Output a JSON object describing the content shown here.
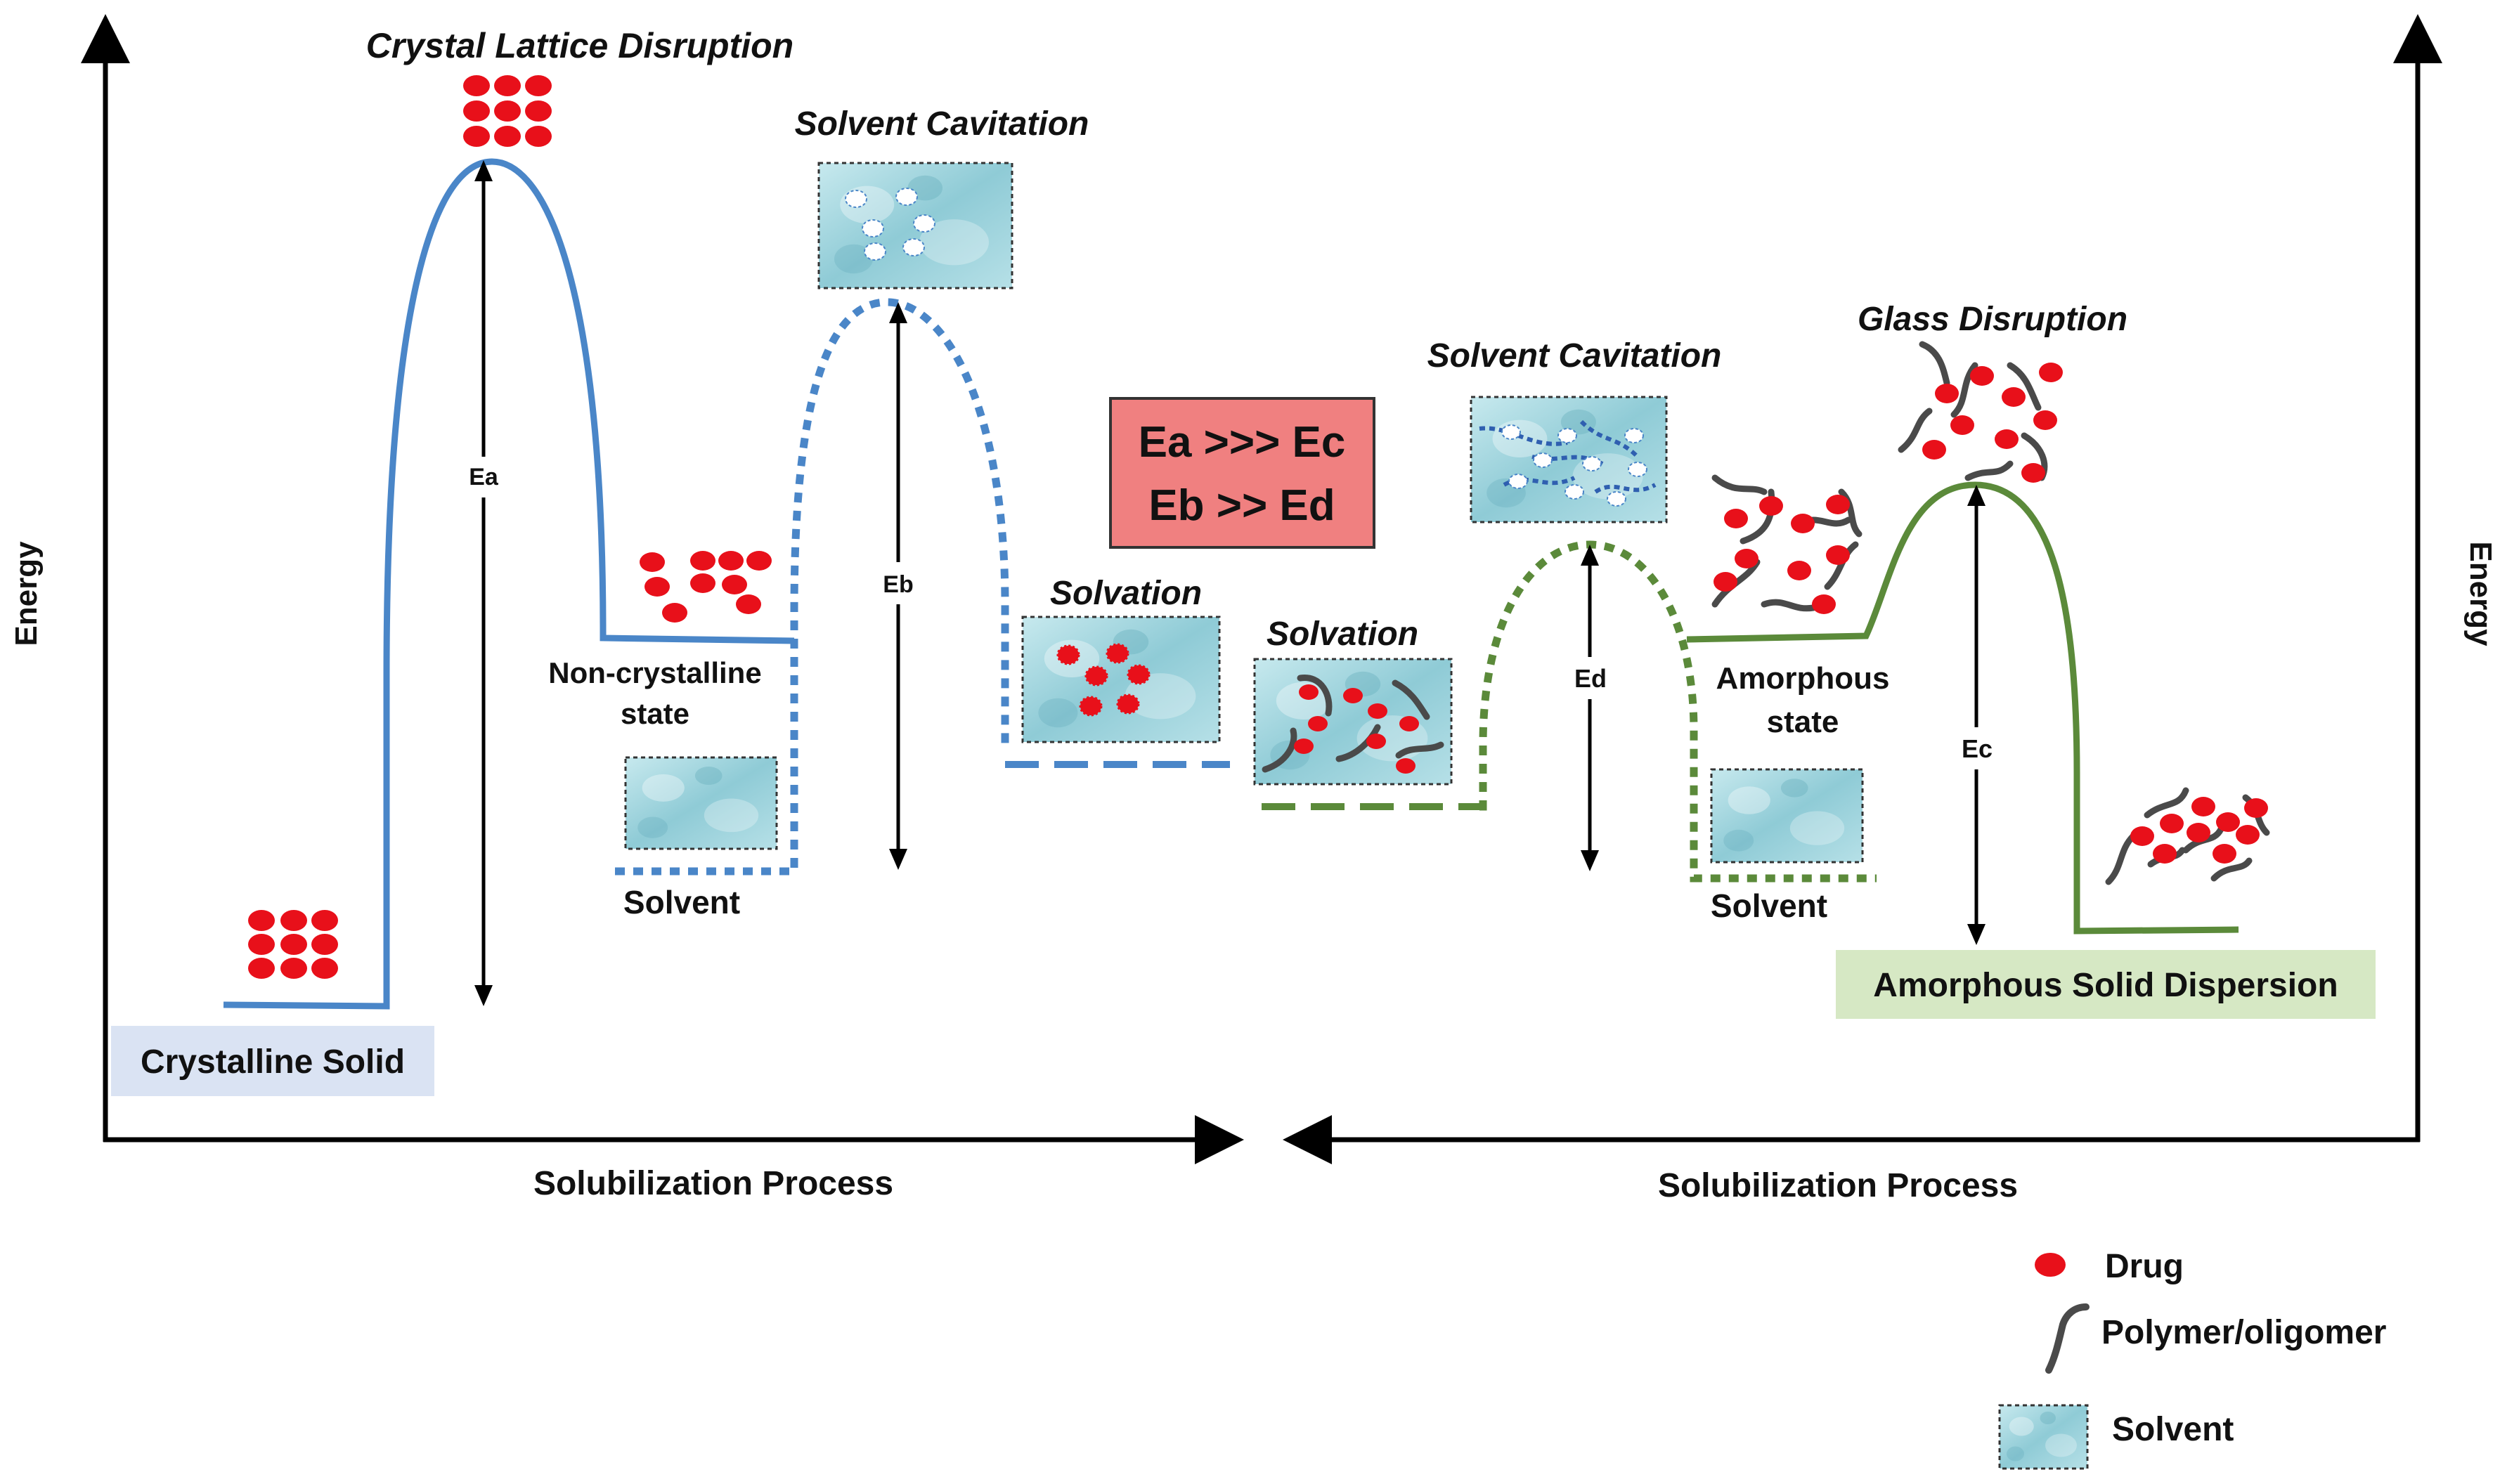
{
  "axes": {
    "left_y_label": "Energy",
    "right_y_label": "Energy",
    "left_x_label": "Solubilization  Process",
    "right_x_label": "Solubilization  Process"
  },
  "left_pathway": {
    "crystal_lattice_disruption": "Crystal Lattice Disruption",
    "solvent_cavitation": "Solvent Cavitation",
    "solvation": "Solvation",
    "non_crystalline_state_line1": "Non-crystalline",
    "non_crystalline_state_line2": "state",
    "solvent": "Solvent",
    "crystalline_solid": "Crystalline Solid",
    "ea": "Ea",
    "eb": "Eb"
  },
  "right_pathway": {
    "solvation": "Solvation",
    "solvent_cavitation": "Solvent Cavitation",
    "glass_disruption": "Glass Disruption",
    "amorphous_state_line1": "Amorphous",
    "amorphous_state_line2": "state",
    "solvent": "Solvent",
    "amorphous_solid_dispersion": "Amorphous  Solid  Dispersion",
    "ed": "Ed",
    "ec": "Ec"
  },
  "comparison_box": {
    "line1": "Ea >>> Ec",
    "line2": "Eb >> Ed"
  },
  "legend": {
    "drug": "Drug",
    "polymer": "Polymer/oligomer",
    "solvent": "Solvent"
  },
  "colors": {
    "left_path": "#4a86c8",
    "right_path": "#5b8a3a",
    "drug": "#e8101a",
    "polymer": "#4a4a4a",
    "solvent_fill": "#9fd4dd",
    "comparison_box_fill": "#f08080",
    "crystalline_box_fill": "#dae3f3",
    "asd_box_fill": "#d6e8c4"
  }
}
